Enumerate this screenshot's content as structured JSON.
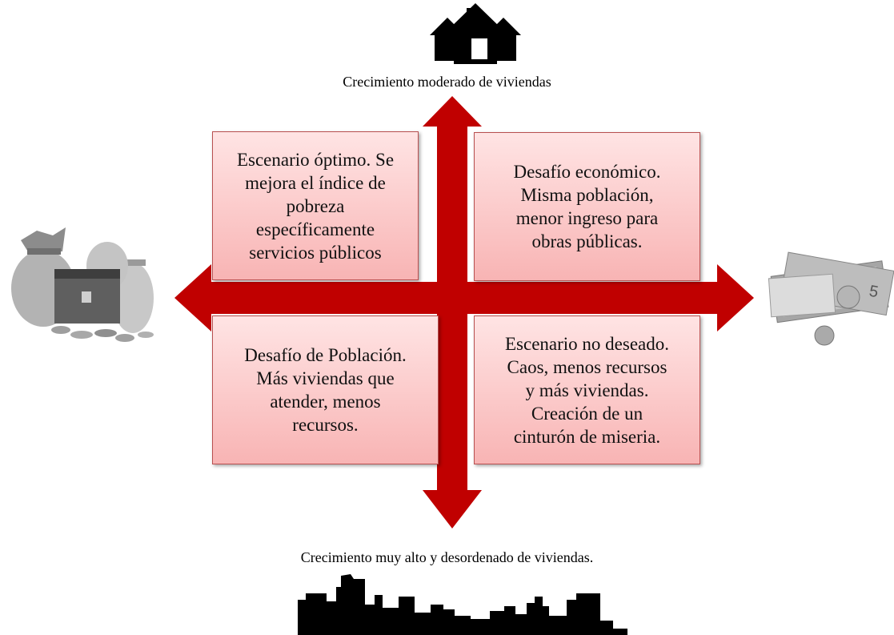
{
  "diagram": {
    "top_label": "Crecimiento moderado de viviendas",
    "bottom_label": "Crecimiento muy alto y desordenado de viviendas.",
    "quadrants": {
      "top_left": "Escenario óptimo. Se\nmejora el índice de\npobreza\nespecíficamente\nservicios públicos",
      "top_right": "Desafío económico.\nMisma población,\nmenor ingreso para\nobras públicas.",
      "bottom_left": "Desafío de Población.\nMás viviendas que\natender, menos\nrecursos.",
      "bottom_right": "Escenario no deseado.\nCaos, menos recursos\ny más viviendas.\nCreación de un\ncinturón de miseria."
    },
    "icons": {
      "top": "house-icon",
      "bottom": "city-skyline-icon",
      "left": "money-bags-treasure-icon",
      "right": "banknotes-coins-icon"
    },
    "colors": {
      "arrow": "#c00000",
      "box_top": "#ffe4e4",
      "box_bottom": "#f8b4b4",
      "box_border": "#b85050"
    }
  }
}
